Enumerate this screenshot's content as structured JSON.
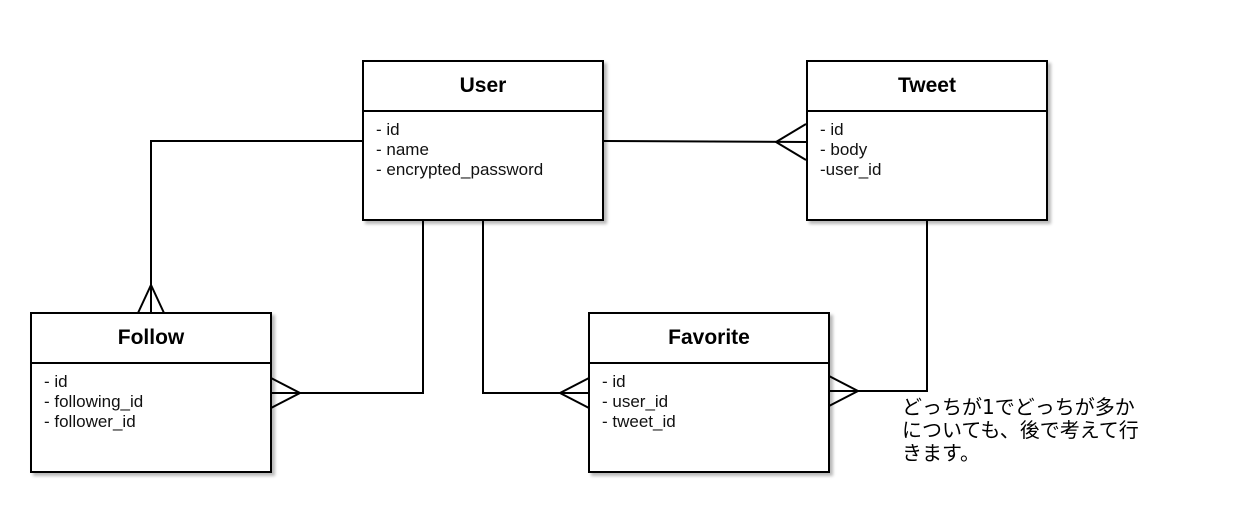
{
  "entities": {
    "user": {
      "title": "User",
      "fields": [
        "- id",
        "- name",
        "- encrypted_password"
      ]
    },
    "tweet": {
      "title": "Tweet",
      "fields": [
        "- id",
        "- body",
        "-user_id"
      ]
    },
    "follow": {
      "title": "Follow",
      "fields": [
        "- id",
        "- following_id",
        "- follower_id"
      ]
    },
    "favorite": {
      "title": "Favorite",
      "fields": [
        "- id",
        "- user_id",
        "- tweet_id"
      ]
    }
  },
  "note": "どっちが1でどっちが多か\nについても、後で考えて行\nきます。",
  "colors": {
    "line": "#000000",
    "box_fill": "#ffffff"
  }
}
